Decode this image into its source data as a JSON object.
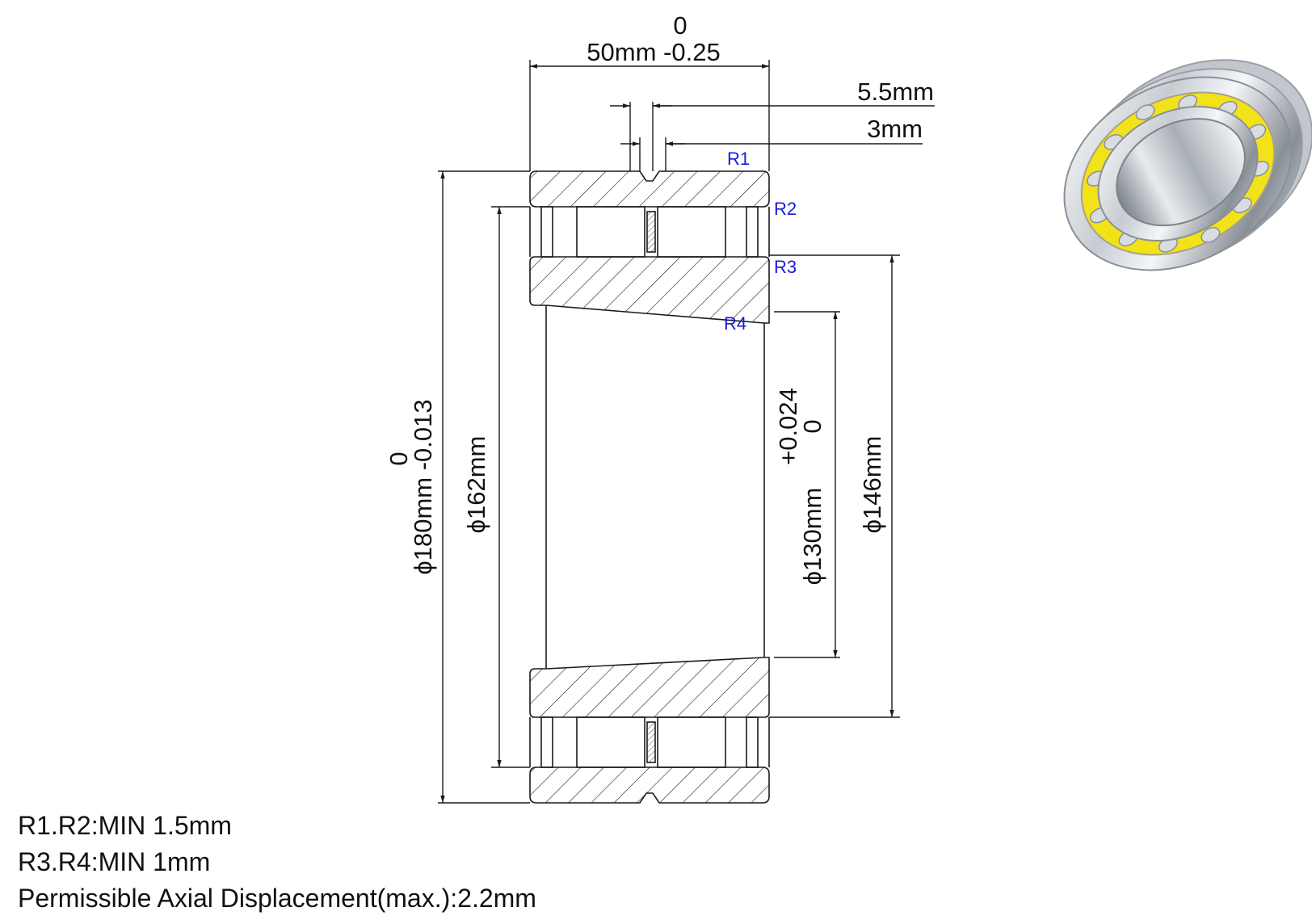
{
  "colors": {
    "line": "#1a1a1a",
    "radius_label": "#1a1ad6",
    "cage_yellow": "#f2e21a",
    "steel_light": "#f2f4f6",
    "steel_dark": "#8a9098"
  },
  "dimensions": {
    "width_tol_upper": "0",
    "width": "50mm -0.25",
    "groove_width": "5.5mm",
    "groove_inner": "3mm",
    "outer_tol_upper": "0",
    "outer_diameter": "180mm -0.013",
    "raceway_diameter": "162mm",
    "bore_tol_upper": "+0.024",
    "bore_tol_lower": "0",
    "bore_diameter": "130mm",
    "inner_ring_diameter": "146mm",
    "diameter_symbol": "ϕ"
  },
  "radius_labels": [
    "R1",
    "R2",
    "R3",
    "R4"
  ],
  "notes": [
    "R1.R2:MIN 1.5mm",
    "R3.R4:MIN 1mm",
    "Permissible Axial Displacement(max.):2.2mm"
  ],
  "icons": {
    "render": "bearing-3d-render-icon"
  }
}
